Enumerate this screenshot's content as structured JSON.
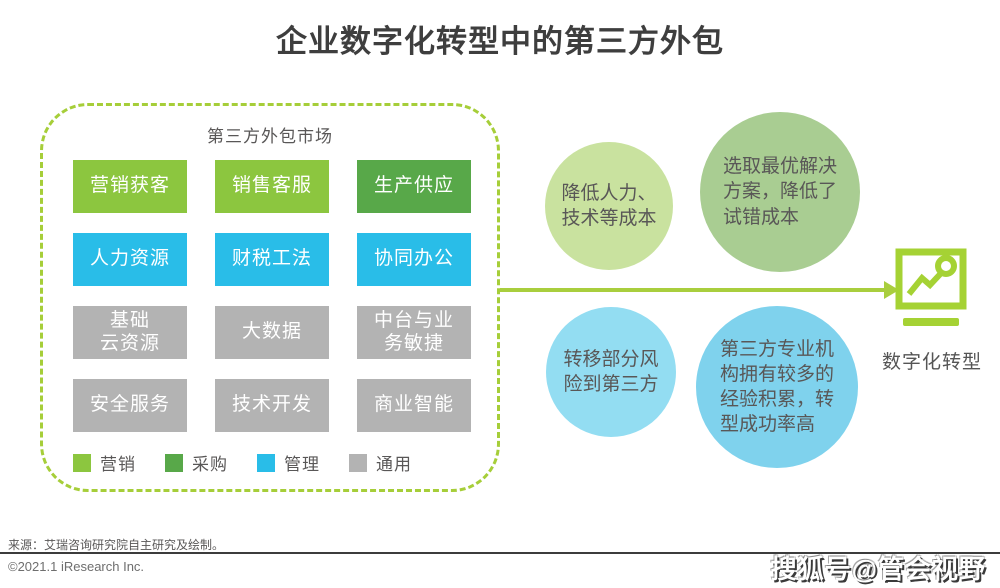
{
  "title": "企业数字化转型中的第三方外包",
  "market": {
    "label": "第三方外包市场",
    "boxes": [
      {
        "label": "营销获客",
        "category": "marketing"
      },
      {
        "label": "销售客服",
        "category": "marketing"
      },
      {
        "label": "生产供应",
        "category": "procurement"
      },
      {
        "label": "人力资源",
        "category": "management"
      },
      {
        "label": "财税工法",
        "category": "management"
      },
      {
        "label": "协同办公",
        "category": "management"
      },
      {
        "label": "基础\n云资源",
        "category": "general"
      },
      {
        "label": "大数据",
        "category": "general"
      },
      {
        "label": "中台与业\n务敏捷",
        "category": "general"
      },
      {
        "label": "安全服务",
        "category": "general"
      },
      {
        "label": "技术开发",
        "category": "general"
      },
      {
        "label": "商业智能",
        "category": "general"
      }
    ],
    "legend": [
      {
        "label": "营销",
        "color": "#8cc63f"
      },
      {
        "label": "采购",
        "color": "#58a849"
      },
      {
        "label": "管理",
        "color": "#29bde8"
      },
      {
        "label": "通用",
        "color": "#b3b3b3"
      }
    ]
  },
  "benefits": [
    {
      "text": "降低人力、\n技术等成本",
      "color": "#c9e29f"
    },
    {
      "text": "选取最优解决\n方案，降低了\n试错成本",
      "color": "#a9cd92"
    },
    {
      "text": "转移部分风\n险到第三方",
      "color": "#93ddf2"
    },
    {
      "text": "第三方专业机\n构拥有较多的\n经验积累，转\n型成功率高",
      "color": "#7fd2ed"
    }
  ],
  "result_label": "数字化转型",
  "accent_color": "#a6ce39",
  "footer": {
    "source": "来源：艾瑞咨询研究院自主研究及绘制。",
    "copyright": "©2021.1 iResearch Inc."
  },
  "watermark": "搜狐号@管会视野"
}
